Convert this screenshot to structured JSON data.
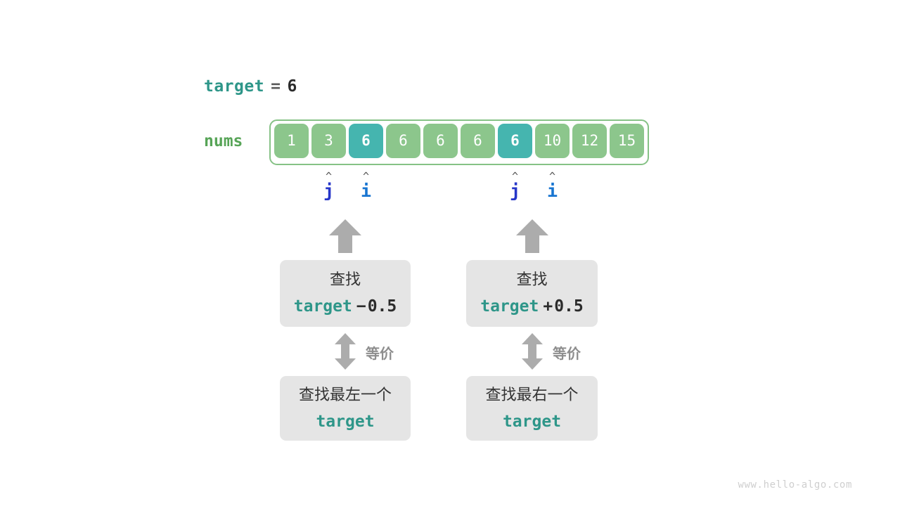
{
  "target_line": {
    "name": "target",
    "equals": "=",
    "value": "6"
  },
  "array": {
    "label": "nums",
    "cells": [
      {
        "value": "1",
        "highlighted": false
      },
      {
        "value": "3",
        "highlighted": false
      },
      {
        "value": "6",
        "highlighted": true
      },
      {
        "value": "6",
        "highlighted": false
      },
      {
        "value": "6",
        "highlighted": false
      },
      {
        "value": "6",
        "highlighted": false
      },
      {
        "value": "6",
        "highlighted": true
      },
      {
        "value": "10",
        "highlighted": false
      },
      {
        "value": "12",
        "highlighted": false
      },
      {
        "value": "15",
        "highlighted": false
      }
    ]
  },
  "pointers": [
    {
      "name": "j",
      "caret": "^",
      "index": 1,
      "group": "left"
    },
    {
      "name": "i",
      "caret": "^",
      "index": 2,
      "group": "left"
    },
    {
      "name": "j",
      "caret": "^",
      "index": 6,
      "group": "right"
    },
    {
      "name": "i",
      "caret": "^",
      "index": 7,
      "group": "right"
    }
  ],
  "groups": {
    "left": {
      "search_box": {
        "line1": "查找",
        "keyword": "target",
        "operator": "−",
        "number": "0.5"
      },
      "equiv_label": "等价",
      "result_box": {
        "line1": "查找最左一个",
        "keyword": "target"
      }
    },
    "right": {
      "search_box": {
        "line1": "查找",
        "keyword": "target",
        "operator": "+",
        "number": "0.5"
      },
      "equiv_label": "等价",
      "result_box": {
        "line1": "查找最右一个",
        "keyword": "target"
      }
    }
  },
  "colors": {
    "cell_normal": "#8CC68C",
    "cell_highlight": "#45B5AF",
    "array_border": "#86c286",
    "keyword_teal": "#2E9689",
    "nums_green": "#57a457",
    "pointer_j": "#2636C8",
    "pointer_i": "#1875D1",
    "box_bg": "#E5E5E5",
    "arrow_gray": "#ACACAC"
  },
  "watermark": "www.hello-algo.com"
}
